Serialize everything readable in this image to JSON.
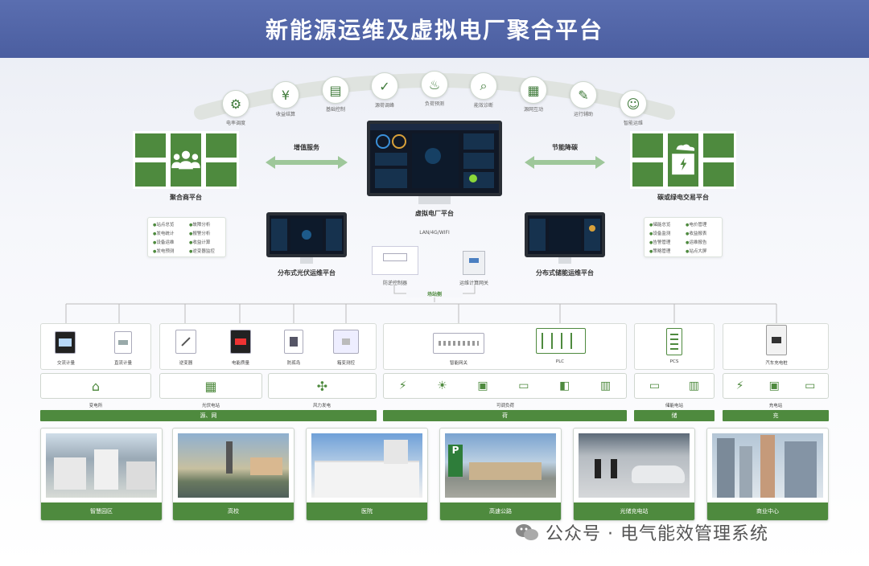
{
  "header": {
    "title": "新能源运维及虚拟电厂聚合平台"
  },
  "functions": [
    {
      "icon": "gear-icon",
      "label": "电率调度"
    },
    {
      "icon": "money-bag-icon",
      "label": "收益结算"
    },
    {
      "icon": "monitor-chart-icon",
      "label": "基础控制"
    },
    {
      "icon": "monitor-check-icon",
      "label": "源荷调峰"
    },
    {
      "icon": "alarm-icon",
      "label": "负荷预测"
    },
    {
      "icon": "search-chart-icon",
      "label": "能效诊断"
    },
    {
      "icon": "blocks-icon",
      "label": "源网互动"
    },
    {
      "icon": "tools-icon",
      "label": "运行辅助"
    },
    {
      "icon": "face-id-icon",
      "label": "智能运维"
    }
  ],
  "left_platform": {
    "label": "聚合商平台",
    "arrow_label": "增值服务",
    "icon": "users-icon"
  },
  "right_platform": {
    "label": "碳或绿电交易平台",
    "arrow_label": "节能降碳",
    "icon": "factory-icon"
  },
  "center": {
    "label": "虚拟电厂平台",
    "network_label": "LAN/4G/WIFI"
  },
  "left_features": [
    "站点总览",
    "故障分析",
    "发电统计",
    "报警分析",
    "设备运维",
    "收益计算",
    "发电预测",
    "逆变器监控"
  ],
  "right_features": [
    "储能总览",
    "电价管理",
    "设备监测",
    "收益报表",
    "告警管理",
    "运维报告",
    "策略管理",
    "站点大屏"
  ],
  "pv_platform": {
    "label": "分布式光伏运维平台"
  },
  "storage_platform": {
    "label": "分布式储能运维平台"
  },
  "controller": {
    "label": "防逆控制器"
  },
  "gateway": {
    "label": "运维计算网关"
  },
  "station_side": {
    "label": "场站侧"
  },
  "devices": [
    {
      "label": "交流计量"
    },
    {
      "label": "直流计量"
    },
    {
      "label": "逆变器"
    },
    {
      "label": "电能质量"
    },
    {
      "label": "防孤岛"
    },
    {
      "label": "箱变测控"
    },
    {
      "label": "智能网关"
    },
    {
      "label": "PLC"
    },
    {
      "label": "PCS"
    },
    {
      "label": "汽车充电桩"
    }
  ],
  "sub_groups": [
    {
      "label": "变电所"
    },
    {
      "label": "光伏电站"
    },
    {
      "label": "风力发电"
    },
    {
      "label": "可调负荷"
    },
    {
      "label": "储能电站"
    },
    {
      "label": "充电站"
    }
  ],
  "categories": [
    {
      "label": "源、网"
    },
    {
      "label": "荷"
    },
    {
      "label": "储"
    },
    {
      "label": "充"
    }
  ],
  "scenes": [
    {
      "label": "智慧园区"
    },
    {
      "label": "高校"
    },
    {
      "label": "医院"
    },
    {
      "label": "高速公路"
    },
    {
      "label": "光储充电站"
    },
    {
      "label": "商业中心"
    }
  ],
  "watermark": {
    "text": "公众号 · 电气能效管理系统"
  },
  "colors": {
    "header": "#4b5ea0",
    "green": "#4e8a3e",
    "bg": "#f3f4f8"
  }
}
